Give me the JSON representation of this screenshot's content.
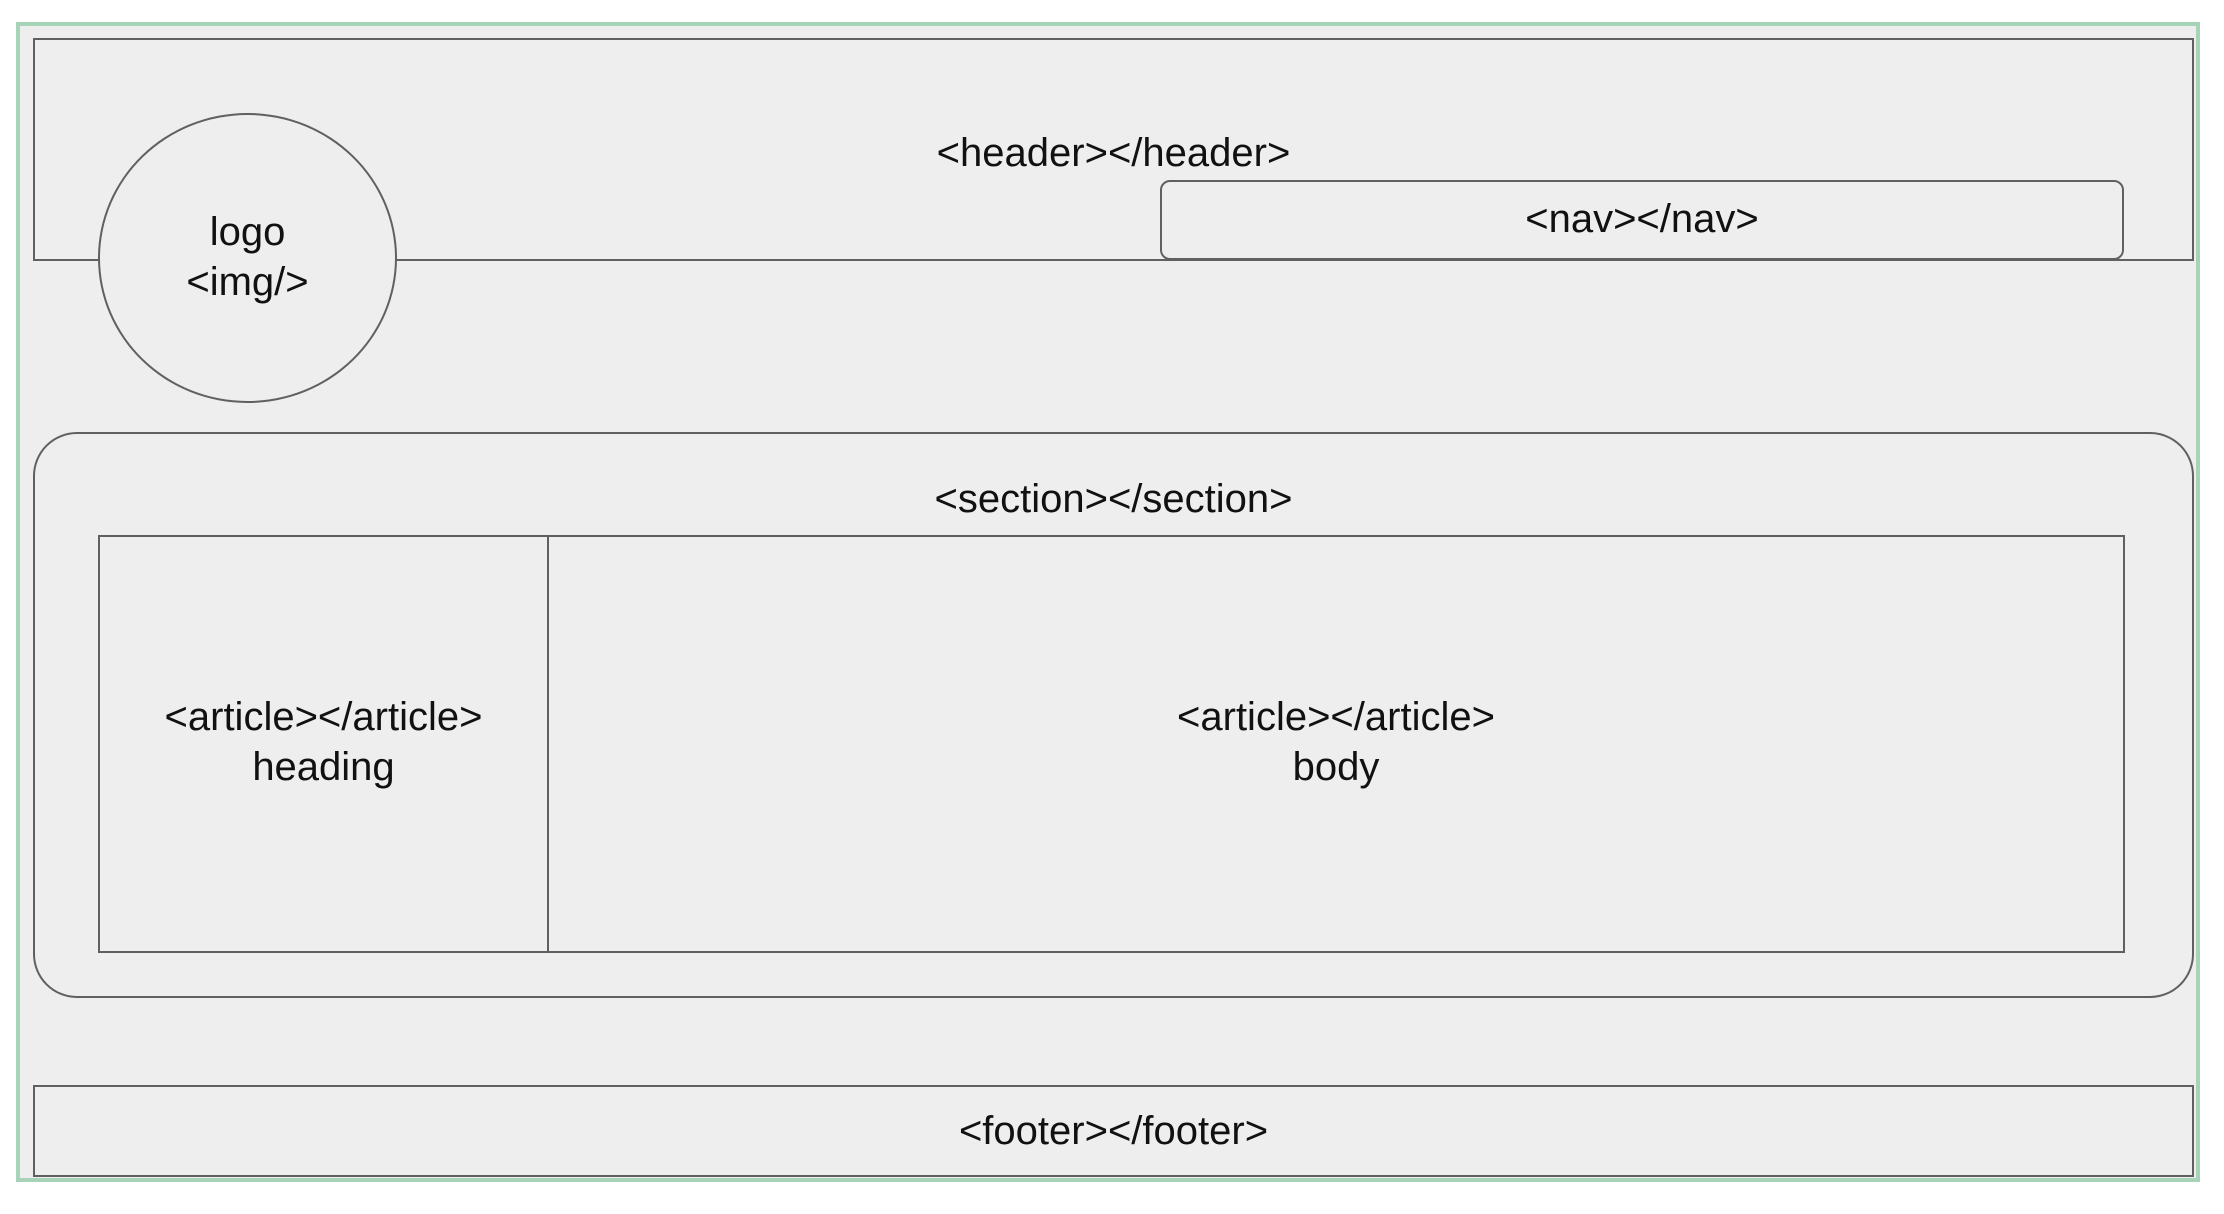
{
  "header": {
    "tag": "<header></header>"
  },
  "nav": {
    "tag": "<nav></nav>"
  },
  "logo": {
    "label": "logo",
    "tag": "<img/>"
  },
  "section": {
    "tag": "<section></section>"
  },
  "articles": [
    {
      "tag": "<article></article>",
      "label": "heading"
    },
    {
      "tag": "<article></article>",
      "label": "body"
    }
  ],
  "footer": {
    "tag": "<footer></footer>"
  },
  "colors": {
    "frame_border": "#a7d4b8",
    "fill": "#eeeeee",
    "stroke": "#606060"
  }
}
